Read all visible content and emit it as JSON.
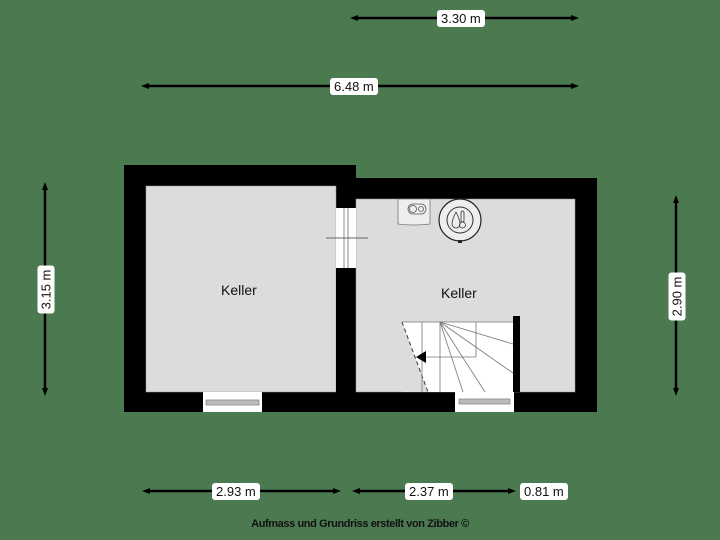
{
  "plan": {
    "rooms": [
      {
        "id": "left",
        "label": "Keller"
      },
      {
        "id": "right",
        "label": "Keller"
      }
    ],
    "dimensions": {
      "top_short": "3.30 m",
      "top_total": "6.48 m",
      "left_height": "3.15 m",
      "right_height": "2.90 m",
      "bottom_left": "2.93 m",
      "bottom_middle": "2.37 m",
      "bottom_right": "0.81 m"
    },
    "fixtures": [
      {
        "name": "boiler-icon"
      },
      {
        "name": "water-heater-thermometer-icon"
      },
      {
        "name": "staircase"
      }
    ],
    "colors": {
      "background": "#4b7a50",
      "wall": "#000000",
      "floor": "#dcdcdc"
    }
  },
  "footer": {
    "credit": "Aufmass und Grundriss erstellt von Zibber ©"
  }
}
